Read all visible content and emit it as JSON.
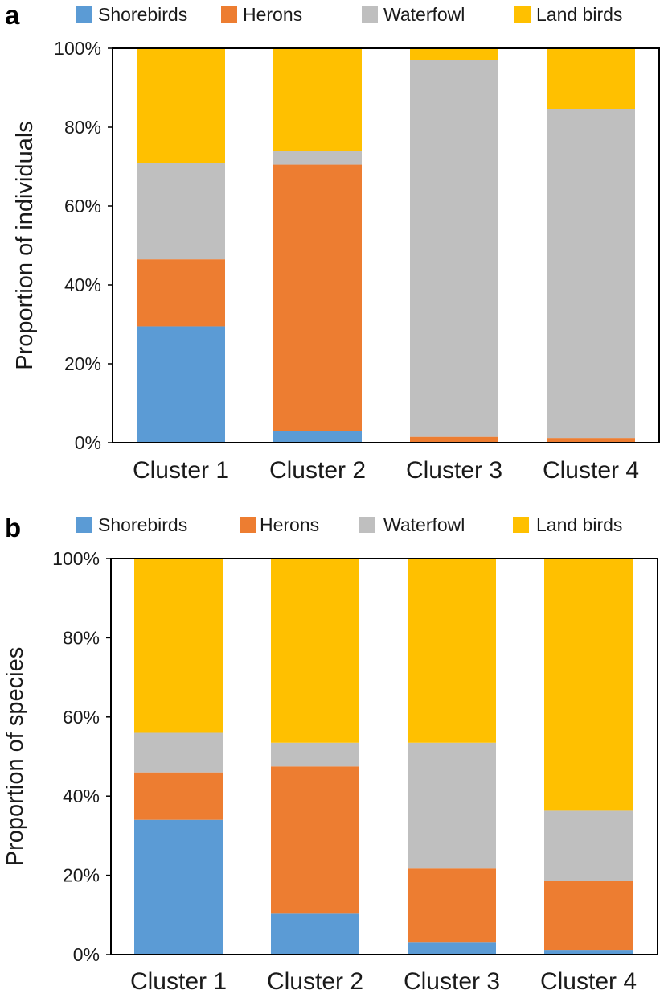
{
  "chart_data": [
    {
      "type": "bar",
      "stacked": true,
      "panel_label": "a",
      "categories": [
        "Cluster 1",
        "Cluster 2",
        "Cluster 3",
        "Cluster 4"
      ],
      "ylabel": "Proportion of individuals",
      "xlabel": "",
      "ylim": [
        0,
        100
      ],
      "yticks": [
        "0%",
        "20%",
        "40%",
        "60%",
        "80%",
        "100%"
      ],
      "legend_position": "top",
      "grid": false,
      "series": [
        {
          "name": "Shorebirds",
          "color": "#5B9BD5",
          "values": [
            29.5,
            3,
            0,
            0
          ]
        },
        {
          "name": "Herons",
          "color": "#ED7D31",
          "values": [
            17,
            67.5,
            1.5,
            1.2
          ]
        },
        {
          "name": "Waterfowl",
          "color": "#BFBFBF",
          "values": [
            24.5,
            3.5,
            95.5,
            83.3
          ]
        },
        {
          "name": "Land birds",
          "color": "#FFC000",
          "values": [
            29,
            26,
            3,
            15.5
          ]
        }
      ]
    },
    {
      "type": "bar",
      "stacked": true,
      "panel_label": "b",
      "categories": [
        "Cluster 1",
        "Cluster 2",
        "Cluster 3",
        "Cluster 4"
      ],
      "ylabel": "Proportion of species",
      "xlabel": "",
      "ylim": [
        0,
        100
      ],
      "yticks": [
        "0%",
        "20%",
        "40%",
        "60%",
        "80%",
        "100%"
      ],
      "legend_position": "top",
      "grid": false,
      "series": [
        {
          "name": "Shorebirds",
          "color": "#5B9BD5",
          "values": [
            34,
            10.5,
            3,
            1.2
          ]
        },
        {
          "name": "Herons",
          "color": "#ED7D31",
          "values": [
            12,
            37,
            18.7,
            17.3
          ]
        },
        {
          "name": "Waterfowl",
          "color": "#BFBFBF",
          "values": [
            10,
            6,
            31.8,
            17.8
          ]
        },
        {
          "name": "Land birds",
          "color": "#FFC000",
          "values": [
            44,
            46.5,
            46.5,
            63.7
          ]
        }
      ]
    }
  ]
}
